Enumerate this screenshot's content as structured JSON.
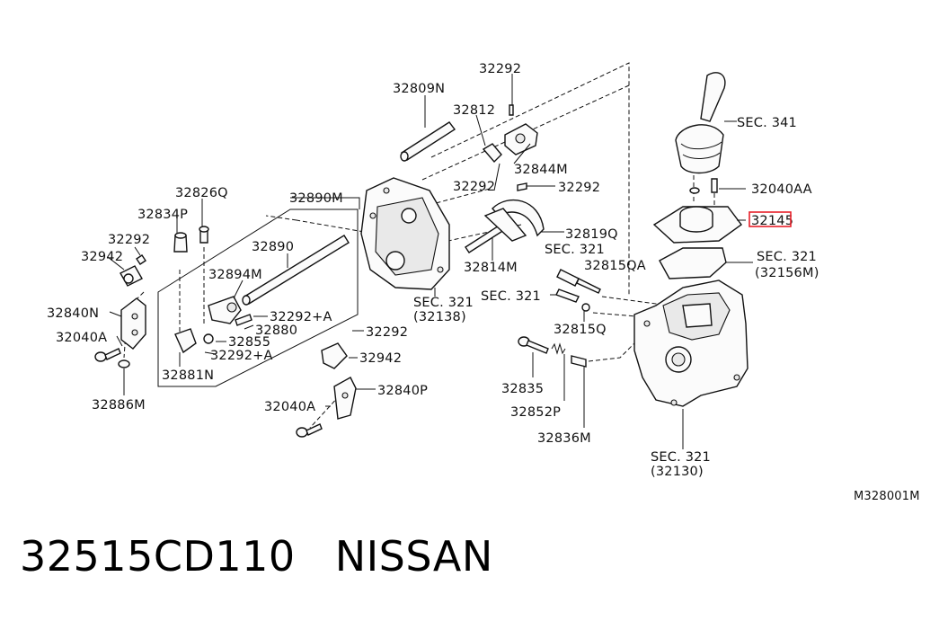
{
  "footer": {
    "part_number": "32515CD110",
    "brand": "NISSAN"
  },
  "diagram": {
    "code": "M328001M",
    "labels": {
      "l32292_top": "32292",
      "l32809N": "32809N",
      "l32812": "32812",
      "l32844M": "32844M",
      "lSEC341": "SEC. 341",
      "l32292_b": "32292",
      "l32292_c": "32292",
      "l32040AA": "32040AA",
      "l32826Q": "32826Q",
      "l32890M": "32890M",
      "l32834P": "32834P",
      "l32292_d": "32292",
      "l32942_a": "32942",
      "l32890": "32890",
      "l32819Q": "32819Q",
      "lSEC321_a": "SEC. 321",
      "l32815QA": "32815QA",
      "lSEC321_b": "SEC. 321",
      "l32156M": "(32156M)",
      "l32814M": "32814M",
      "l32894M": "32894M",
      "lSEC321_c": "SEC. 321",
      "l32138": "(32138)",
      "lSEC321_d": "SEC. 321",
      "l32840N": "32840N",
      "l32292A_a": "32292+A",
      "l32880": "32880",
      "l32815Q": "32815Q",
      "l32040A_a": "32040A",
      "l32855": "32855",
      "l32292_e": "32292",
      "l32292A_b": "32292+A",
      "l32942_b": "32942",
      "l32881N": "32881N",
      "l32835": "32835",
      "l32840P": "32840P",
      "l32886M": "32886M",
      "l32040A_b": "32040A",
      "l32852P": "32852P",
      "l32836M": "32836M",
      "lSEC321_e": "SEC. 321",
      "l32130": "(32130)",
      "l32145": "32145"
    },
    "highlight_color": "#e8202a"
  }
}
